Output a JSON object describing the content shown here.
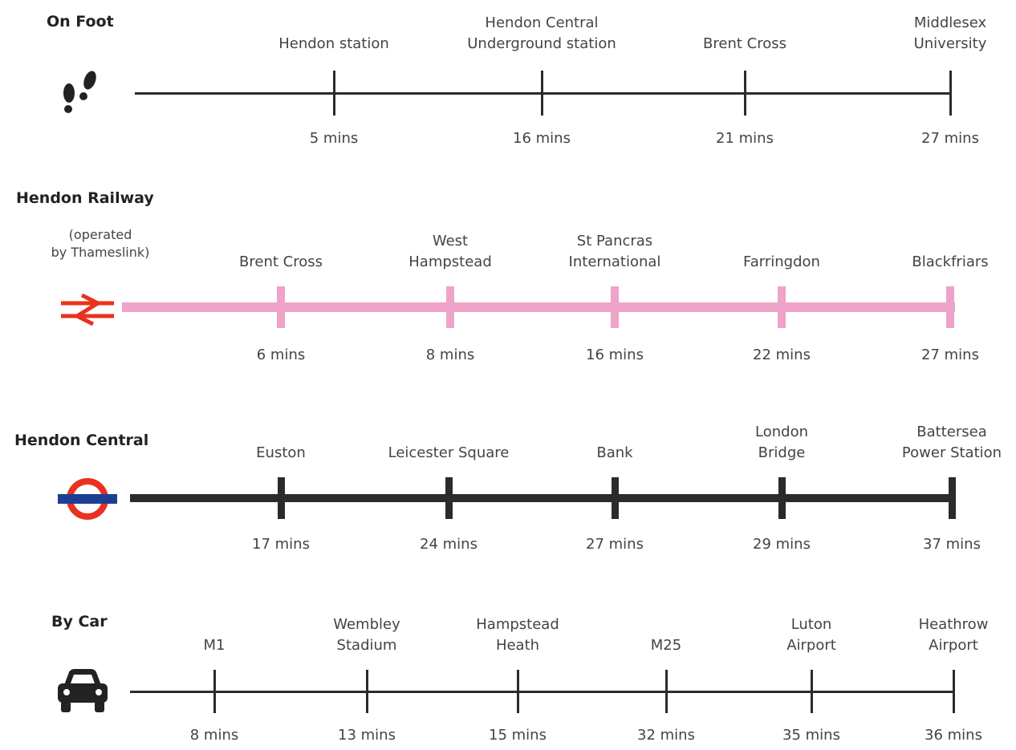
{
  "sections": [
    {
      "heading": "On Foot",
      "icon": "footprints-icon",
      "color": "#2b2b2b",
      "stops": [
        {
          "name_lines": [
            "Hendon station"
          ],
          "time": "5 mins"
        },
        {
          "name_lines": [
            "Hendon Central",
            "Underground station"
          ],
          "time": "16 mins"
        },
        {
          "name_lines": [
            "Brent Cross"
          ],
          "time": "21 mins"
        },
        {
          "name_lines": [
            "Middlesex",
            "University"
          ],
          "time": "27 mins"
        }
      ]
    },
    {
      "heading": "Hendon Railway",
      "subheading_lines": [
        "(operated",
        "by Thameslink)"
      ],
      "icon": "national-rail-icon",
      "color": "#f0a3c8",
      "stops": [
        {
          "name_lines": [
            "Brent Cross"
          ],
          "time": "6 mins"
        },
        {
          "name_lines": [
            "West",
            "Hampstead"
          ],
          "time": "8 mins"
        },
        {
          "name_lines": [
            "St Pancras",
            "International"
          ],
          "time": "16 mins"
        },
        {
          "name_lines": [
            "Farringdon"
          ],
          "time": "22 mins"
        },
        {
          "name_lines": [
            "Blackfriars"
          ],
          "time": "27 mins"
        }
      ]
    },
    {
      "heading": "Hendon Central",
      "icon": "london-underground-roundel-icon",
      "color": "#2b2b2b",
      "stops": [
        {
          "name_lines": [
            "Euston"
          ],
          "time": "17 mins"
        },
        {
          "name_lines": [
            "Leicester Square"
          ],
          "time": "24 mins"
        },
        {
          "name_lines": [
            "Bank"
          ],
          "time": "27 mins"
        },
        {
          "name_lines": [
            "London",
            "Bridge"
          ],
          "time": "29 mins"
        },
        {
          "name_lines": [
            "Battersea",
            "Power Station"
          ],
          "time": "37 mins"
        }
      ]
    },
    {
      "heading": "By Car",
      "icon": "car-icon",
      "color": "#2b2b2b",
      "stops": [
        {
          "name_lines": [
            "M1"
          ],
          "time": "8 mins"
        },
        {
          "name_lines": [
            "Wembley",
            "Stadium"
          ],
          "time": "13 mins"
        },
        {
          "name_lines": [
            "Hampstead",
            "Heath"
          ],
          "time": "15 mins"
        },
        {
          "name_lines": [
            "M25"
          ],
          "time": "32 mins"
        },
        {
          "name_lines": [
            "Luton",
            "Airport"
          ],
          "time": "35 mins"
        },
        {
          "name_lines": [
            "Heathrow",
            "Airport"
          ],
          "time": "36 mins"
        }
      ]
    }
  ],
  "colors": {
    "rail_red": "#e8321e",
    "roundel_red": "#e8321e",
    "roundel_blue": "#1c3f94",
    "line_dark": "#2b2b2b",
    "rail_pink": "#f0a3c8"
  }
}
